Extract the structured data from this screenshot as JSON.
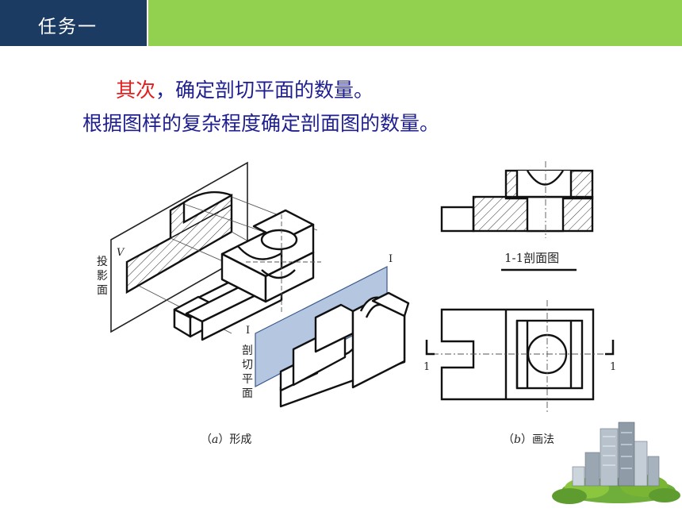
{
  "header": {
    "title": "任务一",
    "left_color": "#1c3b63",
    "right_color": "#92d050"
  },
  "text": {
    "line1_highlight": "其次",
    "line1_rest": "，确定剖切平面的数量。",
    "line2": "根据图样的复杂程度确定剖面图的数量。"
  },
  "figure_a": {
    "plane_v_label": "投影面",
    "v_letter": "V",
    "section_plane_label": "剖切平面",
    "roman_top": "I",
    "roman_mid": "I",
    "caption_letter": "a",
    "caption_text": "形成"
  },
  "figure_b": {
    "section_title": "1-1剖面图",
    "left_mark": "1",
    "right_mark": "1",
    "caption_letter": "b",
    "caption_text": "画法"
  },
  "colors": {
    "text": "#1f1f8f",
    "highlight": "#e21e1e",
    "cut_plane": "#b4c6e0"
  }
}
